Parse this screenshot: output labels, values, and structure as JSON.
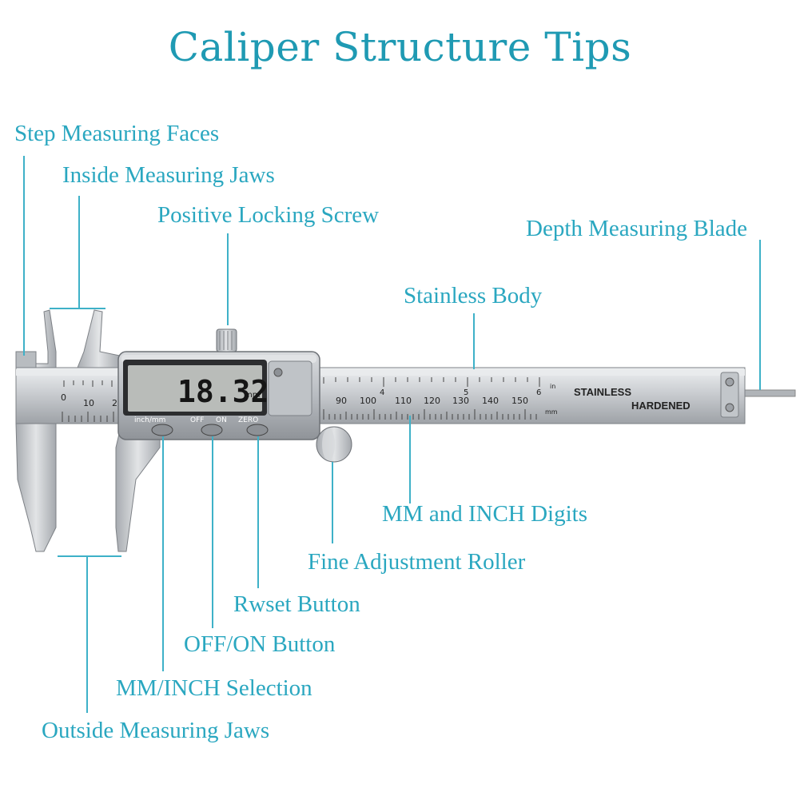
{
  "title": "Caliper Structure Tips",
  "labels": {
    "step_faces": "Step Measuring Faces",
    "inside_jaws": "Inside Measuring Jaws",
    "locking_screw": "Positive Locking Screw",
    "depth_blade": "Depth Measuring Blade",
    "stainless_body": "Stainless Body",
    "mm_inch_digits": "MM and INCH Digits",
    "fine_roller": "Fine Adjustment Roller",
    "reset_button": "Rwset Button",
    "off_on_button": "OFF/ON Button",
    "mm_inch_selection": "MM/INCH Selection",
    "outside_jaws": "Outside Measuring Jaws"
  },
  "device": {
    "display_value": "18.32",
    "display_unit": "mm",
    "button_inch_mm": "inch/mm",
    "button_off": "OFF",
    "button_on": "ON",
    "button_zero": "ZERO",
    "scale_top_unit": "in",
    "scale_bottom_unit": "mm",
    "engraving_1": "STAINLESS",
    "engraving_2": "HARDENED",
    "scale_numbers_left": [
      "0",
      "10",
      "2"
    ],
    "scale_numbers": [
      "90",
      "100",
      "110",
      "120",
      "130",
      "140",
      "150"
    ],
    "inch_numbers": [
      "4",
      "5",
      "6"
    ]
  },
  "colors": {
    "accent": "#2aa7c0",
    "metal": "#c9ccd0",
    "lcd": "#b9bcb9"
  }
}
